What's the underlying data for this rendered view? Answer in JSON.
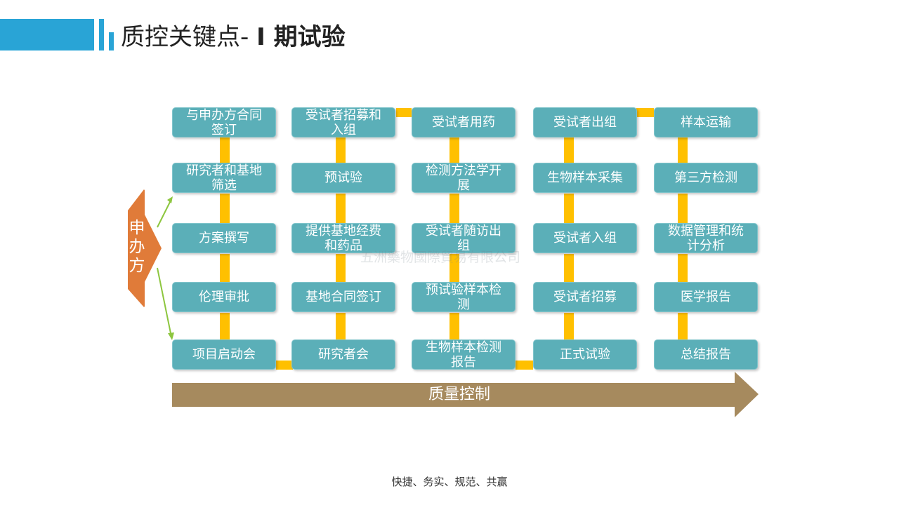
{
  "header": {
    "title_main": "质控关键点- ",
    "title_bold": "I 期试验"
  },
  "sponsor": {
    "label": "申\n办\n方"
  },
  "steps": [
    {
      "label": "与申办方合同\n签订"
    },
    {
      "label": "研究者和基地\n筛选"
    },
    {
      "label": "方案撰写"
    },
    {
      "label": "伦理审批"
    },
    {
      "label": "项目启动会"
    },
    {
      "label": "研究者会"
    },
    {
      "label": "基地合同签订"
    },
    {
      "label": "提供基地经费\n和药品"
    },
    {
      "label": "预试验"
    },
    {
      "label": "受试者招募和\n入组"
    },
    {
      "label": "受试者用药"
    },
    {
      "label": "检测方法学开\n展"
    },
    {
      "label": "受试者随访出\n组"
    },
    {
      "label": "预试验样本检\n测"
    },
    {
      "label": "生物样本检测\n报告"
    },
    {
      "label": "正式试验"
    },
    {
      "label": "受试者招募"
    },
    {
      "label": "受试者入组"
    },
    {
      "label": "生物样本采集"
    },
    {
      "label": "受试者出组"
    },
    {
      "label": "样本运输"
    },
    {
      "label": "第三方检测"
    },
    {
      "label": "数据管理和统\n计分析"
    },
    {
      "label": "医学报告"
    },
    {
      "label": "总结报告"
    }
  ],
  "quality_arrow": {
    "label": "质量控制"
  },
  "watermark": "五洲藥物國際貿易有限公司",
  "footer": "快捷、务实、规范、共赢",
  "colors": {
    "accent_blue": "#29A4D6",
    "box_teal": "#5BAFB8",
    "connector_yellow": "#FFC000",
    "sponsor_orange": "#E07B39",
    "arrow_brown": "#A68A5E",
    "link_green": "#8DC63F"
  }
}
